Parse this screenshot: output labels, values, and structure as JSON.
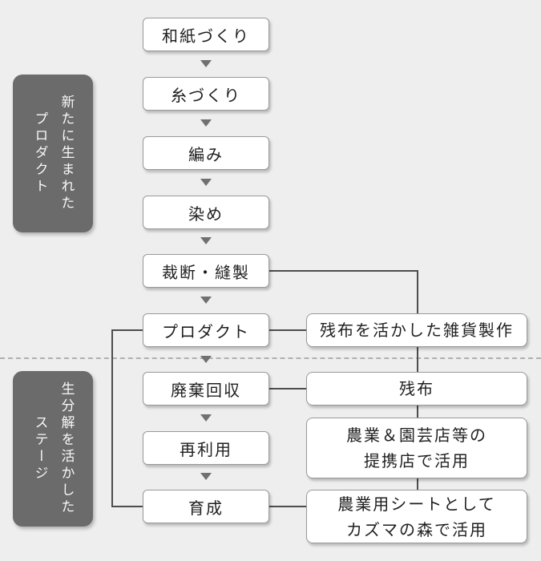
{
  "diagram_title": "production-and-biodegradation-flow",
  "stages": [
    {
      "label": "新たに生まれたプロダクト",
      "column1": "新たに生まれた",
      "column2": "プロダクト"
    },
    {
      "label": "生分解を活かしたステージ",
      "column1": "生分解を活かした",
      "column2": "ステージ"
    }
  ],
  "flow": [
    "和紙づくり",
    "糸づくり",
    "編み",
    "染め",
    "裁断・縫製",
    "プロダクト",
    "廃棄回収",
    "再利用",
    "育成"
  ],
  "side": [
    {
      "line1": "残布を活かした雑貨製作"
    },
    {
      "line1": "残布"
    },
    {
      "line1": "農業＆園芸店等の",
      "line2": "提携店で活用"
    },
    {
      "line1": "農業用シートとして",
      "line2": "カズマの森で活用"
    }
  ],
  "colors": {
    "background": "#eeeeee",
    "node_background": "#ffffff",
    "node_border": "#999999",
    "node_text": "#1f1f1f",
    "stage_label_background": "#6b6b6b",
    "stage_label_text": "#f7f7f7",
    "connector": "#4d4d4d",
    "arrow": "#707070",
    "divider_dashed": "#b0b0b0"
  }
}
